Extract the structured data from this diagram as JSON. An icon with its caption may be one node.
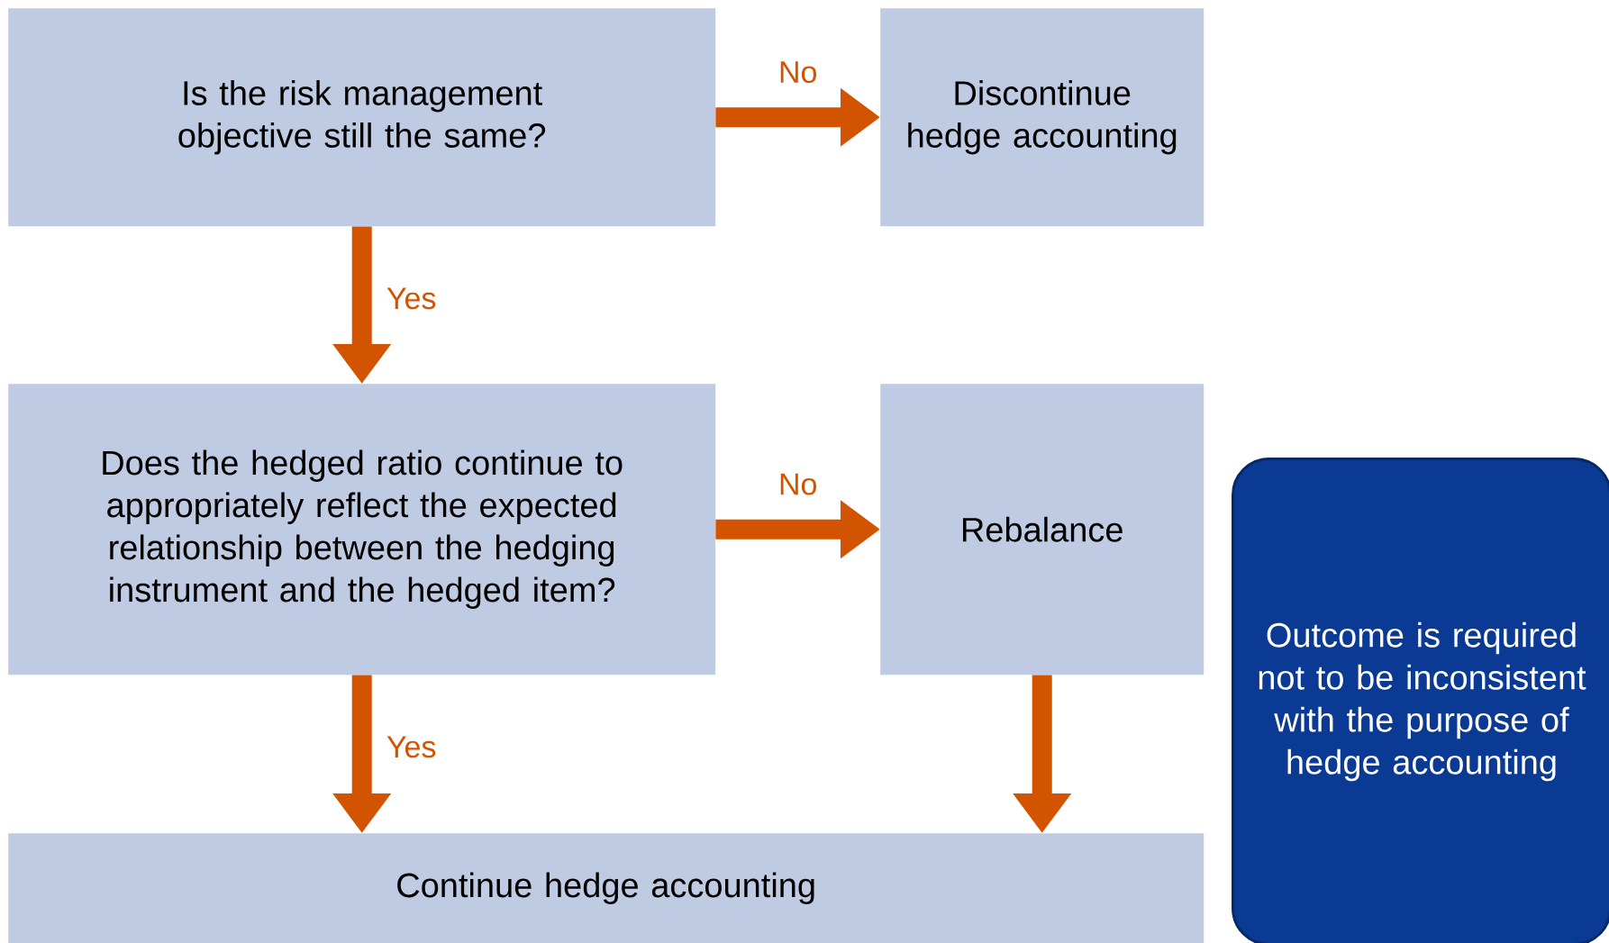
{
  "diagram": {
    "nodes": [
      {
        "text": [
          "Is the risk management objective still the same?"
        ]
      },
      {
        "text": [
          "Discontinue hedge accounting"
        ]
      },
      {
        "text": [
          "Does the hedged ratio continue to appropriately reflect the expected relationship between the hedging instrument and the hedged item?"
        ]
      },
      {
        "text": [
          "Rebalance"
        ]
      },
      {
        "text": [
          "Continue hedge accounting"
        ]
      },
      {
        "text": [
          "Outcome is required not to be inconsistent with the purpose of hedge accounting"
        ]
      }
    ],
    "edges": [
      {
        "from": 0,
        "to": 1,
        "arrow": "to",
        "label": "No"
      },
      {
        "from": 0,
        "to": 2,
        "arrow": "to",
        "label": "Yes"
      },
      {
        "from": 2,
        "to": 3,
        "arrow": "to",
        "label": "No"
      },
      {
        "from": 2,
        "to": 4,
        "arrow": "to",
        "label": "Yes"
      },
      {
        "from": 3,
        "to": 4,
        "arrow": "to"
      }
    ]
  }
}
